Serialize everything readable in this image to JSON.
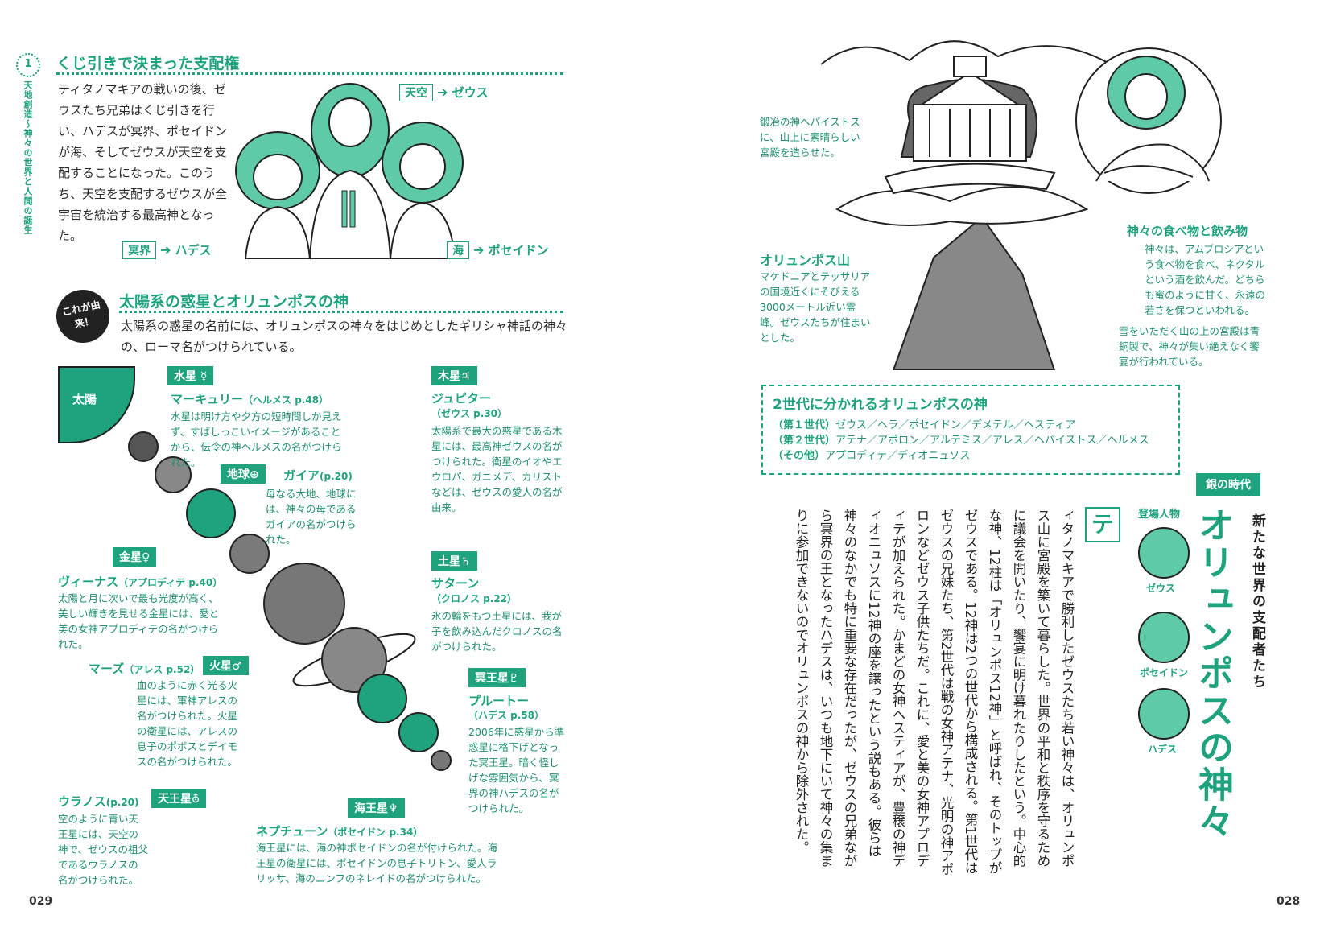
{
  "left_page": {
    "page_number": "029",
    "side_vertical": "天地創造〜神々の世界と人間の誕生",
    "section1_number": "1",
    "section1_title": "くじ引きで決まった支配権",
    "section1_body": "ティタノマキアの戦いの後、ゼウスたち兄弟はくじ引きを行い、ハデスが冥界、ポセイドンが海、そしてゼウスが天空を支配することになった。このうち、天空を支配するゼウスが全宇宙を統治する最高神となった。",
    "label_sky": "天空",
    "label_sky_god": "ゼウス",
    "label_underworld": "冥界",
    "label_underworld_god": "ハデス",
    "label_sea": "海",
    "label_sea_god": "ポセイドン",
    "origin_badge": "これが由来！",
    "section2_title": "太陽系の惑星とオリュンポスの神",
    "section2_body": "太陽系の惑星の名前には、オリュンポスの神々をはじめとしたギリシャ神話の神々の、ローマ名がつけられている。",
    "sun": "太陽",
    "planets": {
      "mercury": {
        "tag": "水星 ☿",
        "name": "マーキュリー",
        "ref": "（ヘルメス p.48）",
        "desc": "水星は明け方や夕方の短時間しか見えず、すばしっこいイメージがあることから、伝令の神ヘルメスの名がつけられた。"
      },
      "earth": {
        "tag": "地球⊕",
        "name": "ガイア",
        "ref": "(p.20)",
        "desc": "母なる大地、地球には、神々の母であるガイアの名がつけられた。"
      },
      "venus": {
        "tag": "金星♀",
        "name": "ヴィーナス",
        "ref": "（アプロディテ p.40）",
        "desc": "太陽と月に次いで最も光度が高く、美しい輝きを見せる金星には、愛と美の女神アプロディテの名がつけられた。"
      },
      "mars": {
        "tag": "火星♂",
        "name": "マーズ",
        "ref": "（アレス p.52）",
        "desc": "血のように赤く光る火星には、軍神アレスの名がつけられた。火星の衛星には、アレスの息子のポボスとデイモスの名がつけられた。"
      },
      "uranus": {
        "tag": "天王星⛢",
        "name": "ウラノス",
        "ref": "(p.20)",
        "desc": "空のように青い天王星には、天空の神で、ゼウスの祖父であるウラノスの名がつけられた。"
      },
      "jupiter": {
        "tag": "木星♃",
        "name": "ジュピター",
        "ref": "（ゼウス p.30）",
        "desc": "太陽系で最大の惑星である木星には、最高神ゼウスの名がつけられた。衛星のイオやエウロパ、ガニメデ、カリストなどは、ゼウスの愛人の名が由来。"
      },
      "saturn": {
        "tag": "土星♄",
        "name": "サターン",
        "ref": "（クロノス p.22）",
        "desc": "氷の輪をもつ土星には、我が子を飲み込んだクロノスの名がつけられた。"
      },
      "pluto": {
        "tag": "冥王星♇",
        "name": "プルートー",
        "ref": "（ハデス p.58）",
        "desc": "2006年に惑星から準惑星に格下げとなった冥王星。暗く怪しげな雰囲気から、冥界の神ハデスの名がつけられた。"
      },
      "neptune": {
        "tag": "海王星♆",
        "name": "ネプチューン",
        "ref": "（ポセイドン p.34）",
        "desc": "海王星には、海の神ポセイドンの名が付けられた。海王星の衛星には、ポセイドンの息子トリトン、愛人ラリッサ、海のニンフのネレイドの名がつけられた。"
      }
    }
  },
  "right_page": {
    "page_number": "028",
    "callout_palace": "鍛冶の神ヘパイストスに、山上に素晴らしい宮殿を造らせた。",
    "olympus_title": "オリュンポス山",
    "olympus_desc": "マケドニアとテッサリアの国境近くにそびえる3000メートル近い霊峰。ゼウスたちが住まいとした。",
    "food_title": "神々の食べ物と飲み物",
    "food_desc": "神々は、アムブロシアという食べ物を食べ、ネクタルという酒を飲んだ。どちらも蜜のように甘く、永遠の若さを保つといわれる。",
    "palace_note": "雪をいただく山の上の宮殿は青銅製で、神々が集い絶えなく饗宴が行われている。",
    "gen_box_title": "2世代に分かれるオリュンポスの神",
    "gen_rows": [
      {
        "label": "（第１世代）",
        "value": "ゼウス／ヘラ／ポセイドン／デメテル／ヘスティア"
      },
      {
        "label": "（第２世代）",
        "value": "アテナ／アポロン／アルテミス／アレス／ヘパイストス／ヘルメス"
      },
      {
        "label": "（その他）",
        "value": "アプロディテ／ディオニュソス"
      }
    ],
    "era_badge": "銀の時代",
    "subtitle_vertical": "新たな世界の支配者たち",
    "main_title_vertical": "オリュンポスの神々",
    "characters_label": "登場人物",
    "characters": [
      "ゼウス",
      "ポセイドン",
      "ハデス"
    ],
    "dropcap": "テ",
    "main_text": "ィタノマキアで勝利したゼウスたち若い神々は、オリュンポス山に宮殿を築いて暮らした。世界の平和と秩序を守るために議会を開いたり、饗宴に明け暮れたりしたという。中心的な神、12柱は「オリュンポス12神」と呼ばれ、そのトップがゼウスである。12神は2つの世代から構成される。第1世代はゼウスの兄妹たち、第2世代は戦の女神アテナ、光明の神アポロンなどゼウス子供たちだ。これに、愛と美の女神アプロディテが加えられた。かまどの女神ヘスティアが、豊穣の神ディオニュソスに12神の座を譲ったという説もある。彼らは神々のなかでも特に重要な存在だったが、ゼウスの兄弟ながら冥界の王となったハデスは、いつも地下にいて神々の集まりに参加できないのでオリュンポスの神から除外された。"
  }
}
